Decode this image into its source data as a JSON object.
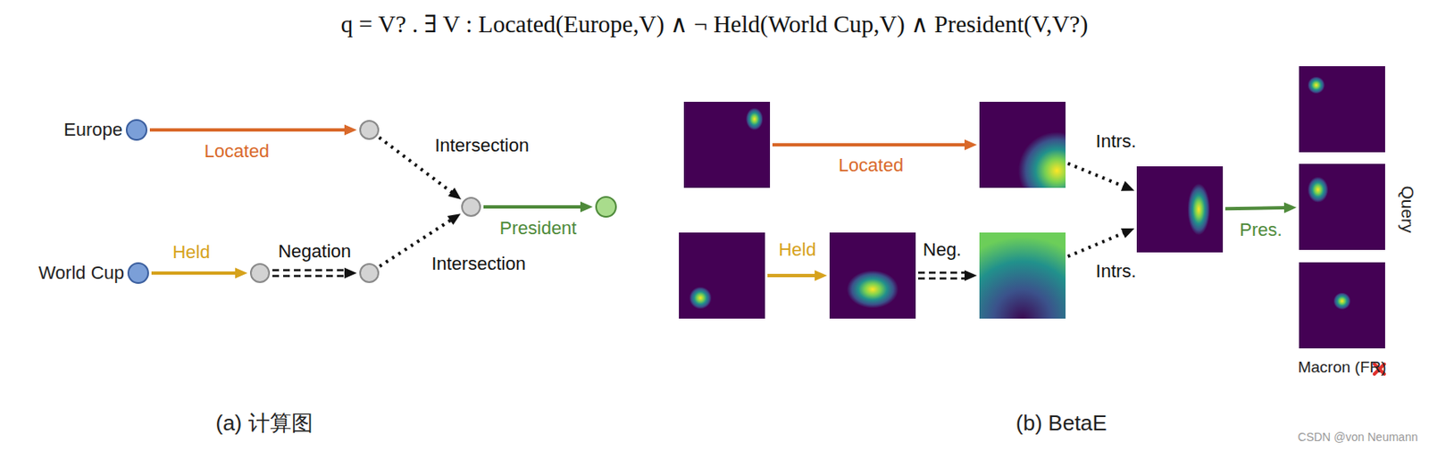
{
  "diagram": {
    "title": "q = V? . ∃ V : Located(Europe,V) ∧ ¬ Held(World Cup,V) ∧ President(V,V?)",
    "nodes": [
      {
        "text": [
          "Europe"
        ]
      },
      {
        "text": []
      },
      {
        "text": [
          "World Cup"
        ]
      },
      {
        "text": []
      },
      {
        "text": []
      },
      {
        "text": []
      },
      {
        "text": []
      },
      {
        "text": []
      },
      {
        "text": []
      },
      {
        "text": []
      },
      {
        "text": []
      },
      {
        "text": []
      },
      {
        "text": []
      },
      {
        "text": []
      },
      {
        "text": []
      },
      {
        "text": [
          "Macron (FR)"
        ]
      }
    ],
    "edges": [
      {
        "from": 0,
        "to": 1,
        "label": "Located",
        "arrow": "to"
      },
      {
        "from": 1,
        "to": 5,
        "label": "Intersection",
        "arrow": "to"
      },
      {
        "from": 2,
        "to": 3,
        "label": "Held",
        "arrow": "to"
      },
      {
        "from": 3,
        "to": 4,
        "label": "Negation",
        "arrow": "to"
      },
      {
        "from": 4,
        "to": 5,
        "label": "Intersection",
        "arrow": "to"
      },
      {
        "from": 5,
        "to": 6,
        "label": "President",
        "arrow": "to"
      },
      {
        "from": 7,
        "to": 8,
        "label": "Located",
        "arrow": "to"
      },
      {
        "from": 8,
        "to": 12,
        "label": "Intrs.",
        "arrow": "to"
      },
      {
        "from": 9,
        "to": 10,
        "label": "Held",
        "arrow": "to"
      },
      {
        "from": 10,
        "to": 11,
        "label": "Neg.",
        "arrow": "to"
      },
      {
        "from": 11,
        "to": 12,
        "label": "Intrs.",
        "arrow": "to"
      },
      {
        "from": 12,
        "to": 14,
        "label": "Pres.",
        "arrow": "to"
      }
    ],
    "labels": [
      "(a) 计算图",
      "(b) BetaE",
      "Query",
      "CSDN @von  Neumann"
    ]
  }
}
